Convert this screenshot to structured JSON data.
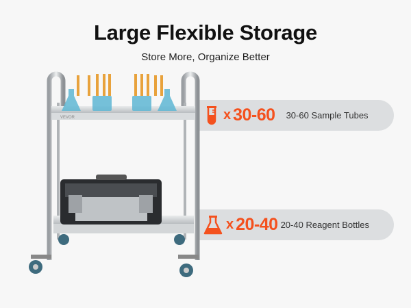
{
  "header": {
    "title": "Large Flexible Storage",
    "subtitle": "Store More, Organize Better"
  },
  "product": {
    "brand": "VEVOR"
  },
  "callouts": [
    {
      "icon": "test-tube-icon",
      "multiplier": "x",
      "count": "30-60",
      "label": "30-60 Sample Tubes"
    },
    {
      "icon": "flask-icon",
      "multiplier": "x",
      "count": "20-40",
      "label": "20-40 Reagent Bottles"
    }
  ],
  "colors": {
    "accent": "#f4511e",
    "pill": "#dcdee0",
    "background": "#f7f7f7"
  }
}
